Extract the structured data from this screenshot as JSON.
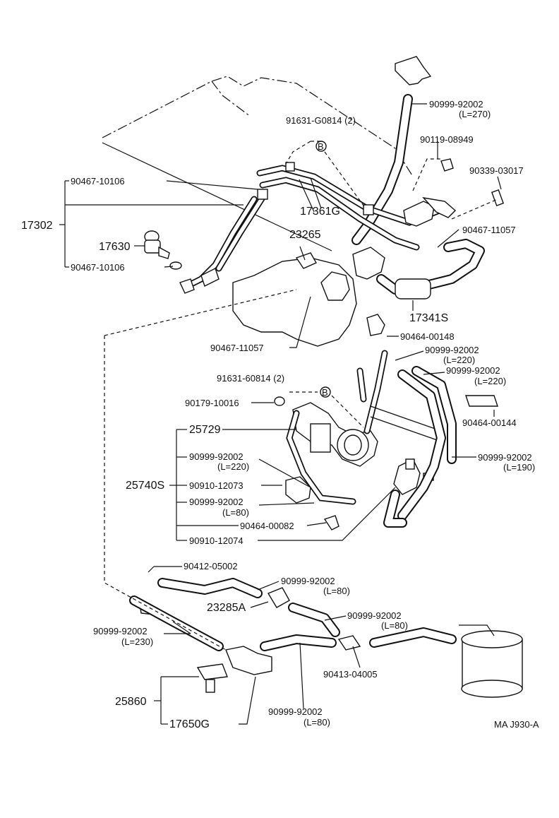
{
  "diagram": {
    "drawing_code": "MA J930-A",
    "labels": {
      "p17302": "17302",
      "p90467_10106_a": "90467-10106",
      "p17630": "17630",
      "p90467_10106_b": "90467-10106",
      "p91631_g0814": "91631-G0814 (2)",
      "p17361g": "17361G",
      "p23265": "23265",
      "p90999_top": "90999-92002",
      "p90999_top_len": "(L=270)",
      "p90119": "90119-08949",
      "p90339": "90339-03017",
      "p90467_11057_a": "90467-11057",
      "p17341s": "17341S",
      "p90464_00148": "90464-00148",
      "p90467_11057_b": "90467-11057",
      "p90999_r1": "90999-92002",
      "p90999_r1_len": "(L=220)",
      "p90999_r2": "90999-92002",
      "p90999_r2_len": "(L=220)",
      "p91631_60814": "91631-60814 (2)",
      "p90179": "90179-10016",
      "p90464_00144": "90464-00144",
      "p25729": "25729",
      "p90999_m1": "90999-92002",
      "p90999_m1_len": "(L=220)",
      "p90999_r3": "90999-92002",
      "p90999_r3_len": "(L=190)",
      "p25740s": "25740S",
      "p90910_12073": "90910-12073",
      "p90999_m2": "90999-92002",
      "p90999_m2_len": "(L=80)",
      "p90464_00082": "90464-00082",
      "p90910_12074": "90910-12074",
      "p90412": "90412-05002",
      "p90999_b1": "90999-92002",
      "p90999_b1_len": "(L=80)",
      "p23285a": "23285A",
      "p90999_b2": "90999-92002",
      "p90999_b2_len": "(L=80)",
      "p90999_b3": "90999-92002",
      "p90999_b3_len": "(L=230)",
      "p90413": "90413-04005",
      "p25860": "25860",
      "p17650g": "17650G",
      "p90999_b4": "90999-92002",
      "p90999_b4_len": "(L=80)"
    },
    "marker_letter": "B"
  }
}
